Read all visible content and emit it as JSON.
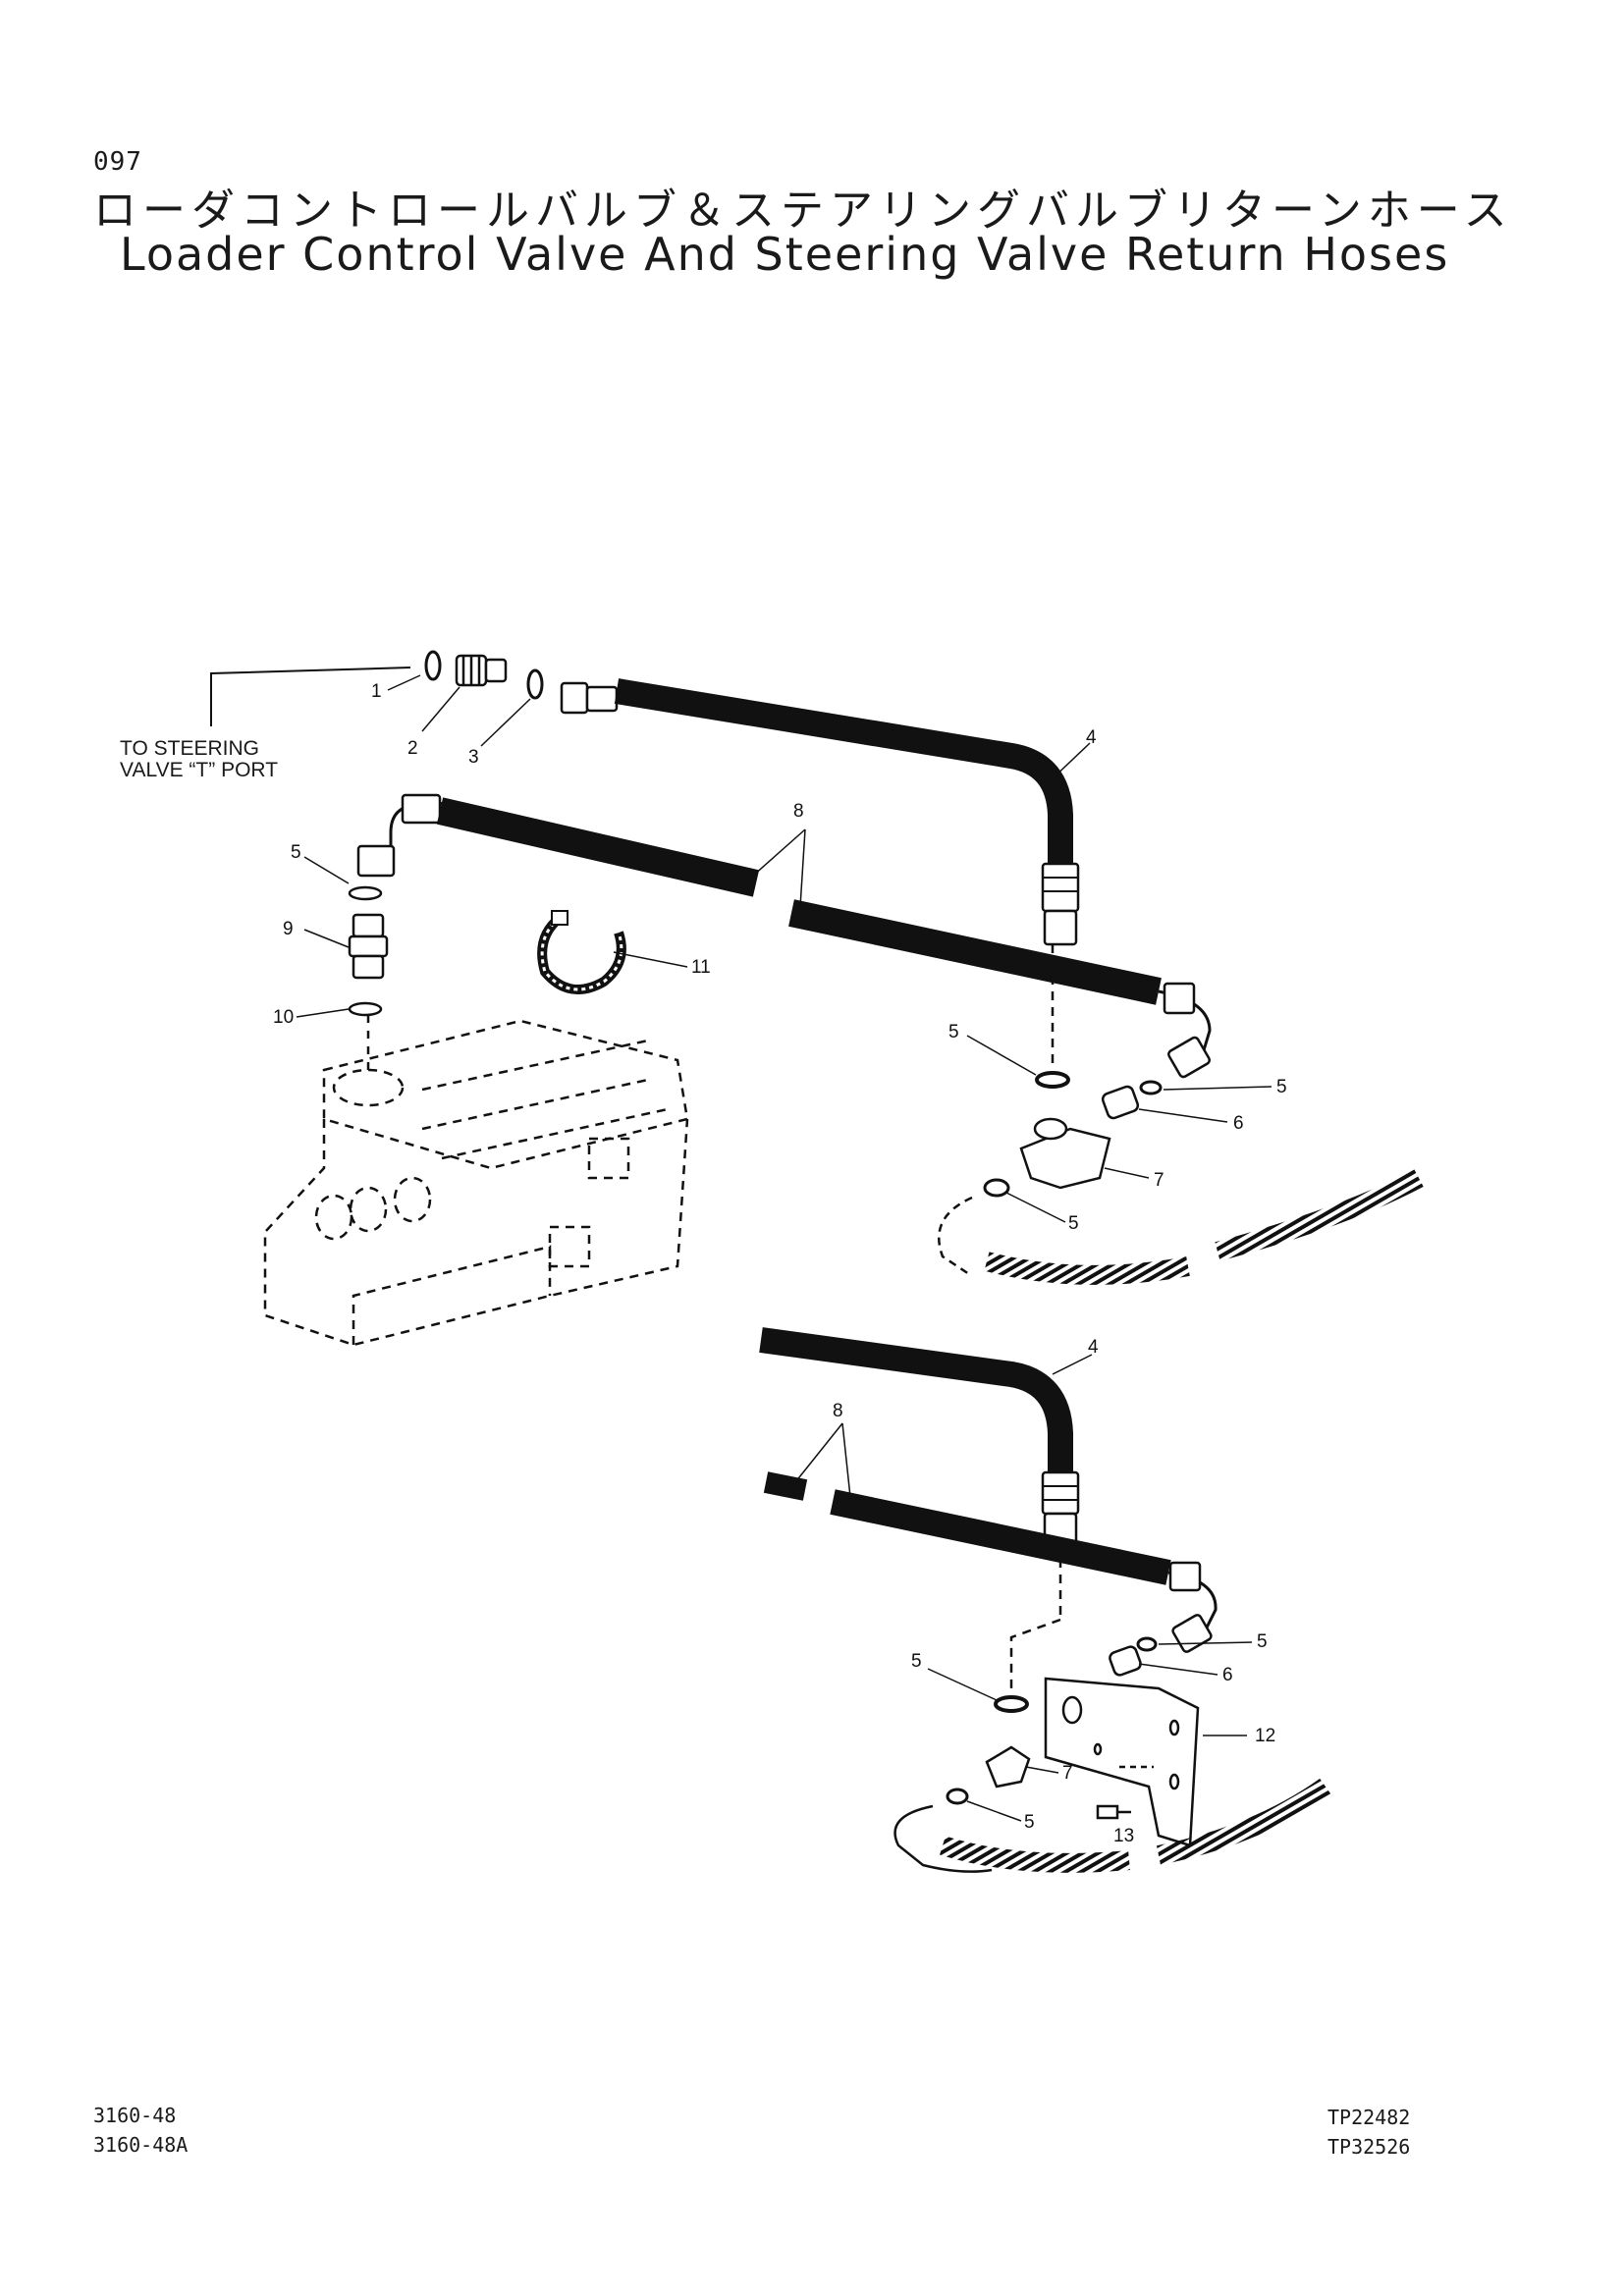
{
  "page": {
    "number": "097",
    "title_jp": "ローダコントロールバルブ＆ステアリングバルブリターンホース",
    "title_en": "Loader Control Valve And Steering Valve Return Hoses"
  },
  "note": {
    "line1": "TO STEERING",
    "line2": "VALVE “T” PORT"
  },
  "callouts": {
    "c1": "1",
    "c2": "2",
    "c3": "3",
    "c4a": "4",
    "c5a": "5",
    "c5b": "5",
    "c5c": "5",
    "c5d": "5",
    "c6a": "6",
    "c7a": "7",
    "c8a": "8",
    "c9": "9",
    "c10": "10",
    "c11": "11",
    "c4b": "4",
    "c8b": "8",
    "c5e": "5",
    "c5f": "5",
    "c5g": "5",
    "c6b": "6",
    "c7b": "7",
    "c12": "12",
    "c13": "13"
  },
  "footer": {
    "left": [
      "3160-48",
      "3160-48A"
    ],
    "right": [
      "TP22482",
      "TP32526"
    ]
  }
}
